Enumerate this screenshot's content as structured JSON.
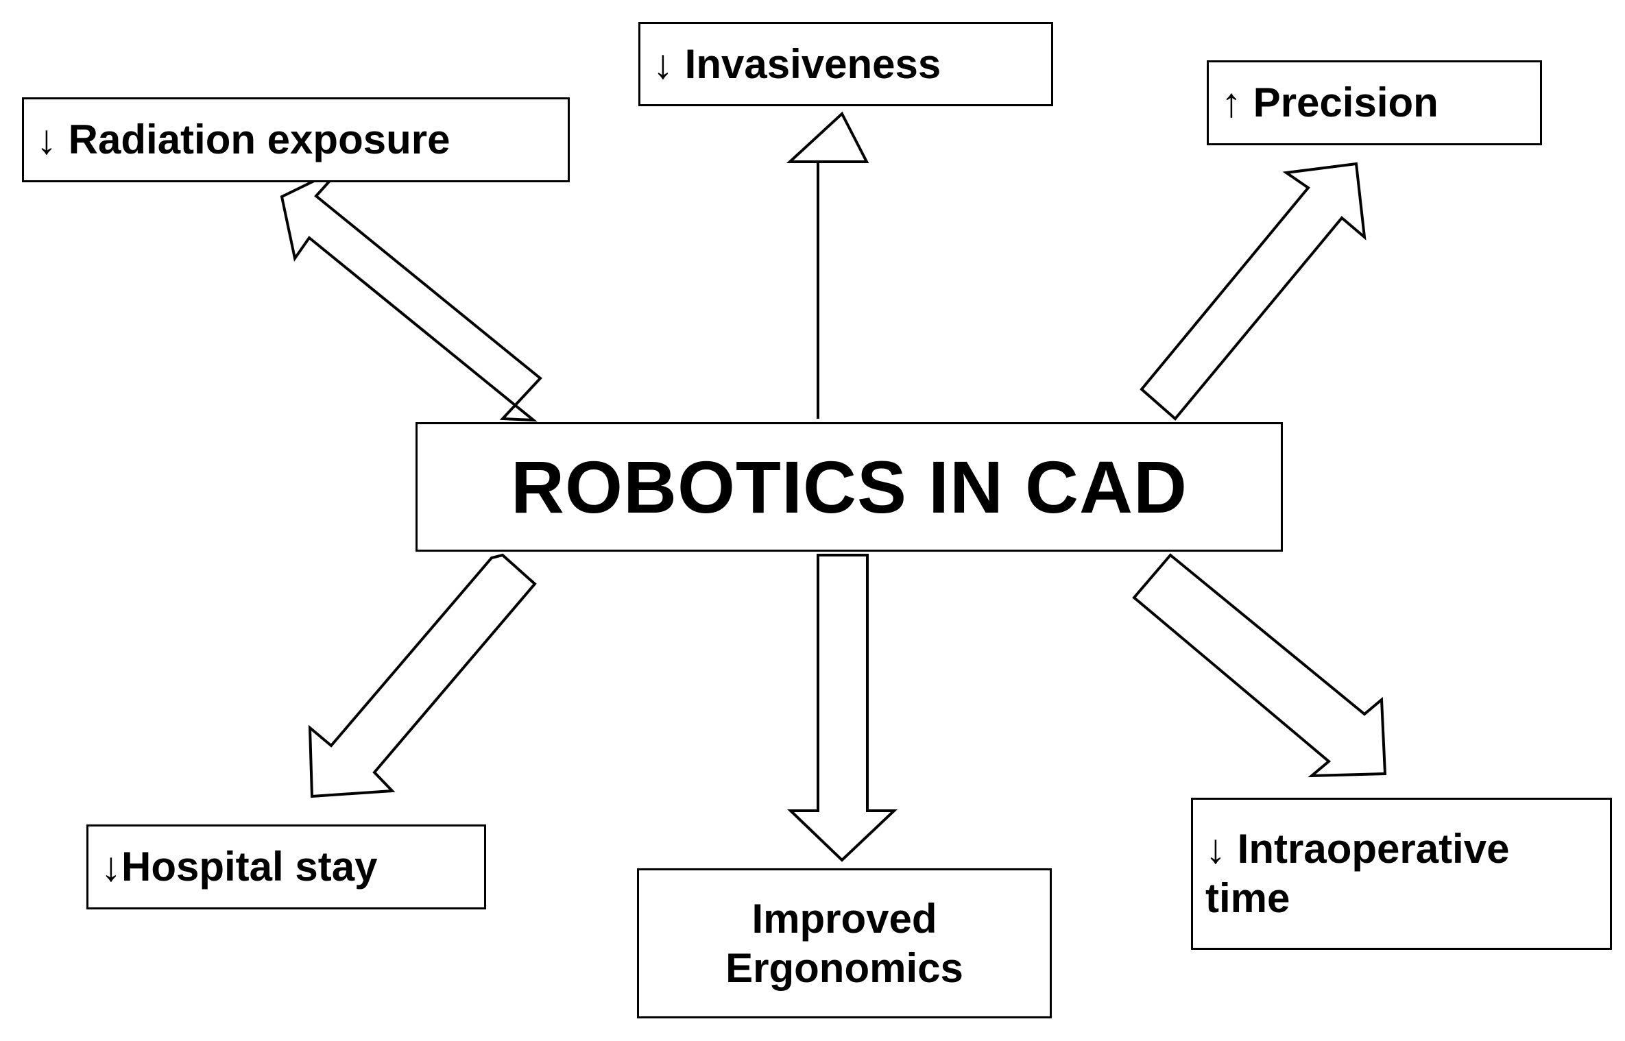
{
  "diagram": {
    "center": {
      "label": "ROBOTICS IN CAD"
    },
    "outcomes": {
      "radiation": {
        "label": "↓ Radiation exposure"
      },
      "invasiveness": {
        "label": "↓ Invasiveness"
      },
      "precision": {
        "label": "↑ Precision"
      },
      "hospital_stay": {
        "label": "↓Hospital stay"
      },
      "ergonomics": {
        "line1": "Improved",
        "line2": "Ergonomics"
      },
      "intraoperative": {
        "line1": "↓ Intraoperative",
        "line2": "time"
      }
    },
    "colors": {
      "stroke": "#000000",
      "fill": "#ffffff"
    }
  }
}
